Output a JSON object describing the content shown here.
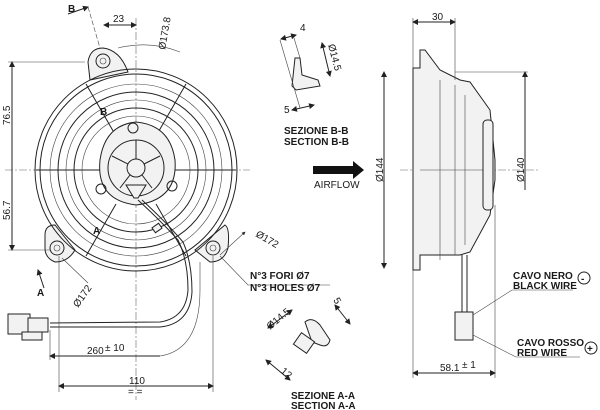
{
  "front_view": {
    "section_b_marker": "B",
    "section_b_inner": "B",
    "section_a_marker": "A",
    "section_a_inner": "A",
    "dim_offset": "23",
    "dim_diameter_top": "Ø173.8",
    "dim_upper_height": "76.5",
    "dim_lower_height": "56.7",
    "dim_diameter_right": "Ø172",
    "dim_diameter_left": "Ø172",
    "holes_it": "N°3 FORI Ø7",
    "holes_en": "N°3 HOLES Ø7",
    "dim_cable_length": "260",
    "dim_cable_tolerance": "± 10",
    "dim_width": "110",
    "dim_width_symmetry": "= ="
  },
  "section_bb": {
    "dim_width": "4",
    "dim_diameter": "Ø14.5",
    "dim_bottom": "5",
    "title_it": "SEZIONE B-B",
    "title_en": "SECTION B-B"
  },
  "section_aa": {
    "dim_diameter": "Ø14.5",
    "dim_thickness": "5",
    "dim_length": "12",
    "title_it": "SEZIONE A-A",
    "title_en": "SECTION A-A"
  },
  "airflow_label": "AIRFLOW",
  "side_view": {
    "dim_depth_top": "30",
    "dim_diameter_left": "Ø144",
    "dim_diameter_right": "Ø140",
    "dim_total_depth": "58.1",
    "dim_total_tolerance": "± 1",
    "black_wire_it": "CAVO NERO",
    "black_wire_en": "BLACK WIRE",
    "black_wire_polarity": "-",
    "red_wire_it": "CAVO ROSSO",
    "red_wire_en": "RED WIRE",
    "red_wire_polarity": "+"
  }
}
